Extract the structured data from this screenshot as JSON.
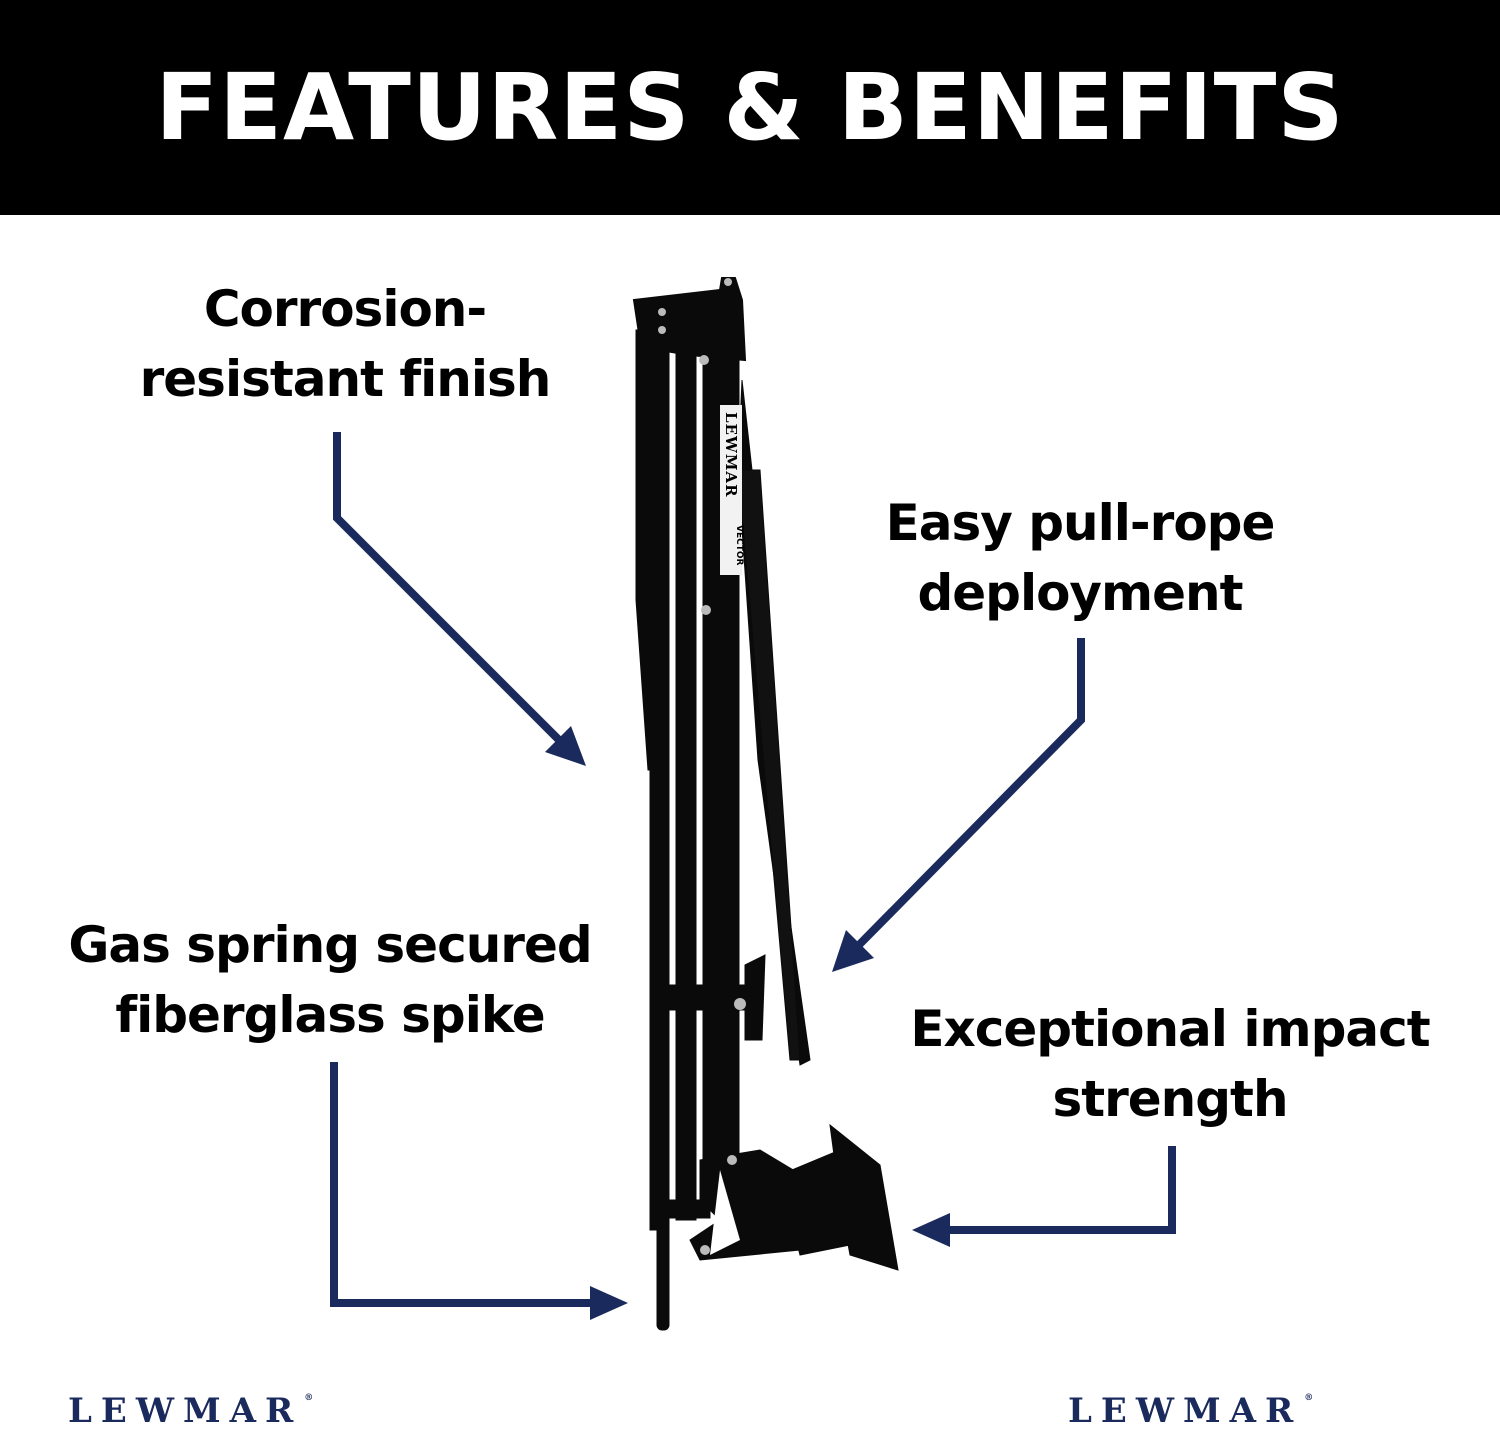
{
  "header": {
    "title": "FEATURES & BENEFITS"
  },
  "features": [
    {
      "id": "corrosion",
      "lines": [
        "Corrosion-",
        "resistant finish"
      ]
    },
    {
      "id": "pullrope",
      "lines": [
        "Easy pull-rope",
        "deployment"
      ]
    },
    {
      "id": "gas",
      "lines": [
        "Gas spring secured",
        "fiberglass spike"
      ]
    },
    {
      "id": "impact",
      "lines": [
        "Exceptional impact",
        "strength"
      ]
    }
  ],
  "product": {
    "brand_label": "LEWMAR",
    "model_label": "VECTOR"
  },
  "brand": {
    "name": "LEWMAR",
    "mark": "®"
  },
  "colors": {
    "header_bg": "#000000",
    "header_text": "#ffffff",
    "arrow": "#1b2a5c",
    "logo": "#1b2a5c",
    "product": "#0a0a0a"
  }
}
